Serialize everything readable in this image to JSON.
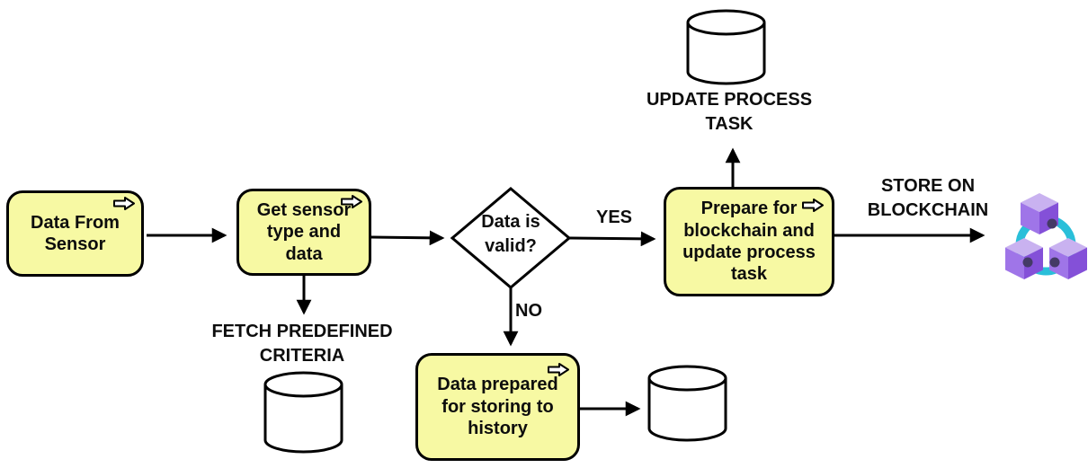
{
  "diagram": {
    "type": "flowchart",
    "background": "#ffffff",
    "colors": {
      "task_fill": "#f7f9a3",
      "stroke": "#000000",
      "text": "#0d0d0d",
      "cube_top": "#c9b2f0",
      "cube_left": "#9f75e8",
      "cube_right": "#8450d8",
      "ring": "#2abfd9",
      "socket": "#443a66"
    },
    "nodes": {
      "data_from_sensor": {
        "type": "task",
        "label": "Data From Sensor",
        "icon": "send-arrow-icon"
      },
      "get_sensor_type": {
        "type": "task",
        "label": "Get sensor type and data",
        "icon": "send-arrow-icon"
      },
      "data_is_valid": {
        "type": "decision",
        "label": "Data is valid?"
      },
      "prepare_blockchain": {
        "type": "task",
        "label": "Prepare for blockchain and update process task",
        "icon": "send-arrow-icon"
      },
      "data_prepared_history": {
        "type": "task",
        "label": "Data prepared for storing to history",
        "icon": "send-arrow-icon"
      },
      "update_process_store": {
        "type": "datastore",
        "icon": "database-icon"
      },
      "predefined_criteria_store": {
        "type": "datastore",
        "icon": "database-icon"
      },
      "history_store": {
        "type": "datastore",
        "icon": "database-icon"
      },
      "blockchain": {
        "type": "icon",
        "icon": "blockchain-icon"
      }
    },
    "edges": [
      {
        "from": "data_from_sensor",
        "to": "get_sensor_type"
      },
      {
        "from": "get_sensor_type",
        "to": "data_is_valid"
      },
      {
        "from": "data_is_valid",
        "to": "prepare_blockchain",
        "label": "YES"
      },
      {
        "from": "data_is_valid",
        "to": "data_prepared_history",
        "label": "NO"
      },
      {
        "from": "get_sensor_type",
        "to": "predefined_criteria_store",
        "label": "FETCH PREDEFINED CRITERIA"
      },
      {
        "from": "prepare_blockchain",
        "to": "update_process_store",
        "label": "UPDATE PROCESS TASK"
      },
      {
        "from": "prepare_blockchain",
        "to": "blockchain",
        "label": "STORE ON BLOCKCHAIN"
      },
      {
        "from": "data_prepared_history",
        "to": "history_store"
      }
    ],
    "icons": {
      "task_marker": "send-arrow-icon",
      "datastore": "database-icon",
      "blockchain": "blockchain-icon"
    }
  }
}
